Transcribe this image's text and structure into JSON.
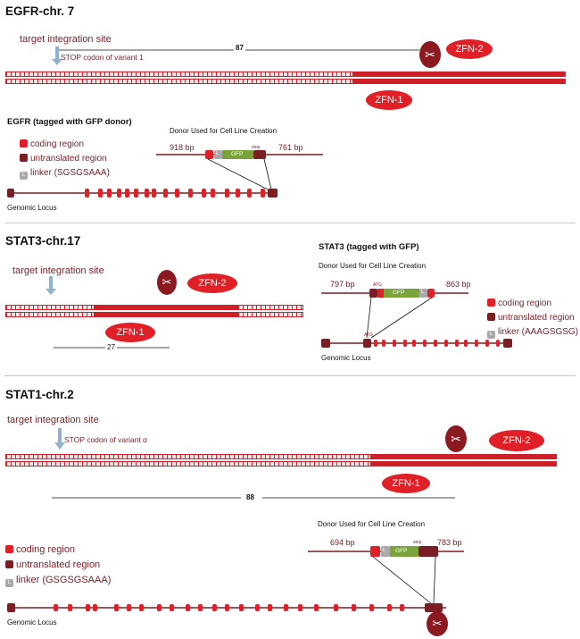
{
  "egfr": {
    "title": "EGFR-chr. 7",
    "target": "target integration site",
    "stop_note": "STOP codon of variant 1",
    "distance": "87",
    "zfn1": "ZFN-1",
    "zfn2": "ZFN-2",
    "donor_title": "EGFR (tagged with GFP donor)",
    "donor_used": "Donor Used for Cell Line Creation",
    "left_bp": "918 bp",
    "right_bp": "761 bp",
    "stop_label": "stop",
    "gfp": "GFP",
    "l": "L",
    "locus": "Genomic Locus",
    "legend": [
      "coding region",
      "untranslated region",
      "linker (SGSGSAAA)"
    ]
  },
  "stat3": {
    "title": "STAT3-chr.17",
    "target": "target integration site",
    "distance": "27",
    "zfn1": "ZFN-1",
    "zfn2": "ZFN-2",
    "donor_title": "STAT3 (tagged with GFP)",
    "donor_used": "Donor Used for Cell Line Creation",
    "left_bp": "797 bp",
    "right_bp": "863 bp",
    "atg": "ATG",
    "gfp": "GFP",
    "l": "L",
    "locus": "Genomic Locus",
    "legend": [
      "coding region",
      "untranslated region",
      "linker (AAAGSGSG)"
    ]
  },
  "stat1": {
    "title": "STAT1-chr.2",
    "target": "target integration site",
    "stop_note": "STOP codon of variant α",
    "distance": "88",
    "zfn1": "ZFN-1",
    "zfn2": "ZFN-2",
    "donor_used": "Donor Used for Cell Line Creation",
    "left_bp": "694 bp",
    "right_bp": "783 bp",
    "stop_label": "stop",
    "gfp": "GFP",
    "l": "L",
    "locus": "Genomic Locus",
    "legend": [
      "coding region",
      "untranslated region",
      "linker (GSGSGSAAA)"
    ]
  },
  "colors": {
    "coding": "#e01f26",
    "utr": "#7a1e24",
    "linker": "#a9a9a9",
    "gfp": "#7aa43a",
    "line": "#7a1e24",
    "arrow": "#8fb3cf"
  }
}
